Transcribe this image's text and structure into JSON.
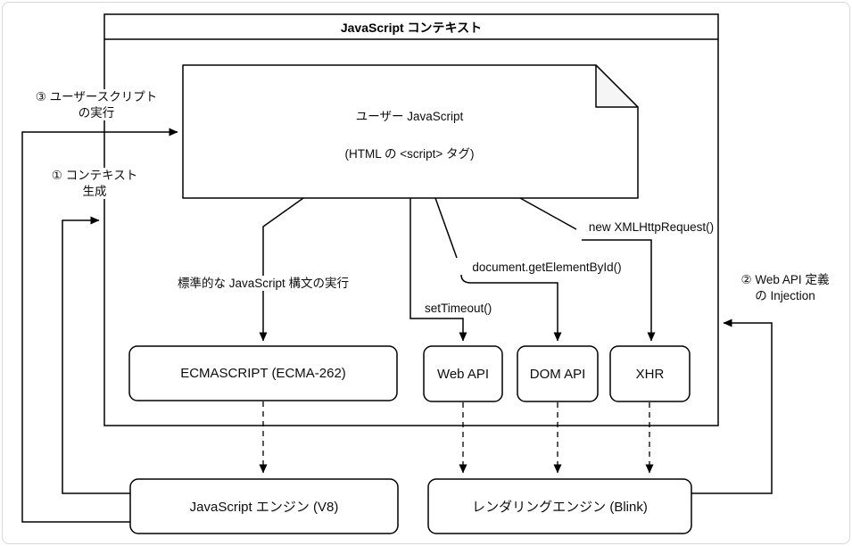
{
  "context_box": {
    "title": "JavaScript コンテキスト"
  },
  "user_script_doc": {
    "line1": "ユーザー JavaScript",
    "line2": "(HTML の <script> タグ)"
  },
  "steps": {
    "step1": {
      "line1": "① コンテキスト",
      "line2": "生成"
    },
    "step2": {
      "line1": "② Web API 定義",
      "line2": "の Injection"
    },
    "step3": {
      "line1": "③ ユーザースクリプト",
      "line2": "の実行"
    }
  },
  "arrow_labels": {
    "ecma": "標準的な JavaScript 構文の実行",
    "web_api": "setTimeout()",
    "dom_api": "document.getElementById()",
    "xhr": "new XMLHttpRequest()"
  },
  "nodes": {
    "ecma": "ECMASCRIPT (ECMA-262)",
    "web_api": "Web API",
    "dom_api": "DOM API",
    "xhr": "XHR",
    "js_engine": "JavaScript エンジン (V8)",
    "rendering_engine": "レンダリングエンジン (Blink)"
  },
  "colors": {
    "stroke": "#000000",
    "box_fill": "#ffffff",
    "fold_fill": "#f5f5f5",
    "frame_border": "#d8d8d8"
  }
}
